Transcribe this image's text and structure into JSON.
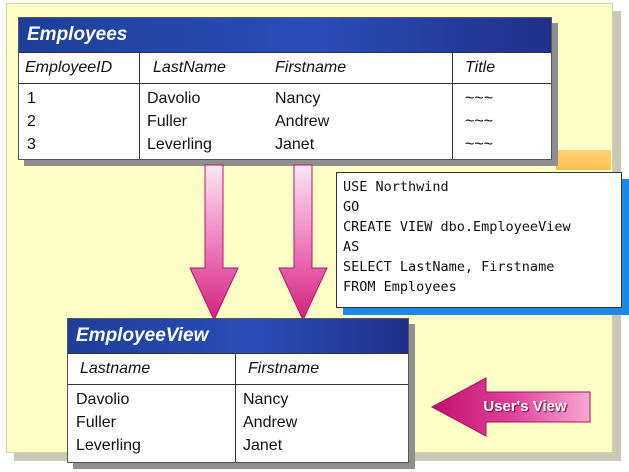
{
  "employees_table": {
    "title": "Employees",
    "headers": [
      "EmployeeID",
      "LastName",
      "Firstname",
      "Title"
    ],
    "ids": [
      "1",
      "2",
      "3"
    ],
    "lastnames": [
      "Davolio",
      "Fuller",
      "Leverling"
    ],
    "firstnames": [
      "Nancy",
      "Andrew",
      "Janet"
    ],
    "titles": [
      "~~~",
      "~~~",
      "~~~"
    ]
  },
  "code": {
    "lines": [
      "USE Northwind",
      "GO",
      "CREATE VIEW dbo.EmployeeView",
      "AS",
      "SELECT LastName, Firstname",
      "FROM Employees"
    ]
  },
  "view_table": {
    "title": "EmployeeView",
    "headers": [
      "Lastname",
      "Firstname"
    ],
    "lastnames": [
      "Davolio",
      "Fuller",
      "Leverling"
    ],
    "firstnames": [
      "Nancy",
      "Andrew",
      "Janet"
    ]
  },
  "users_view_label": "User's View",
  "colors": {
    "title_bar": "#2a4db8",
    "arrow_pink": "#e0409a",
    "code_shadow": "#1e88e5",
    "background": "#ffffc8"
  }
}
